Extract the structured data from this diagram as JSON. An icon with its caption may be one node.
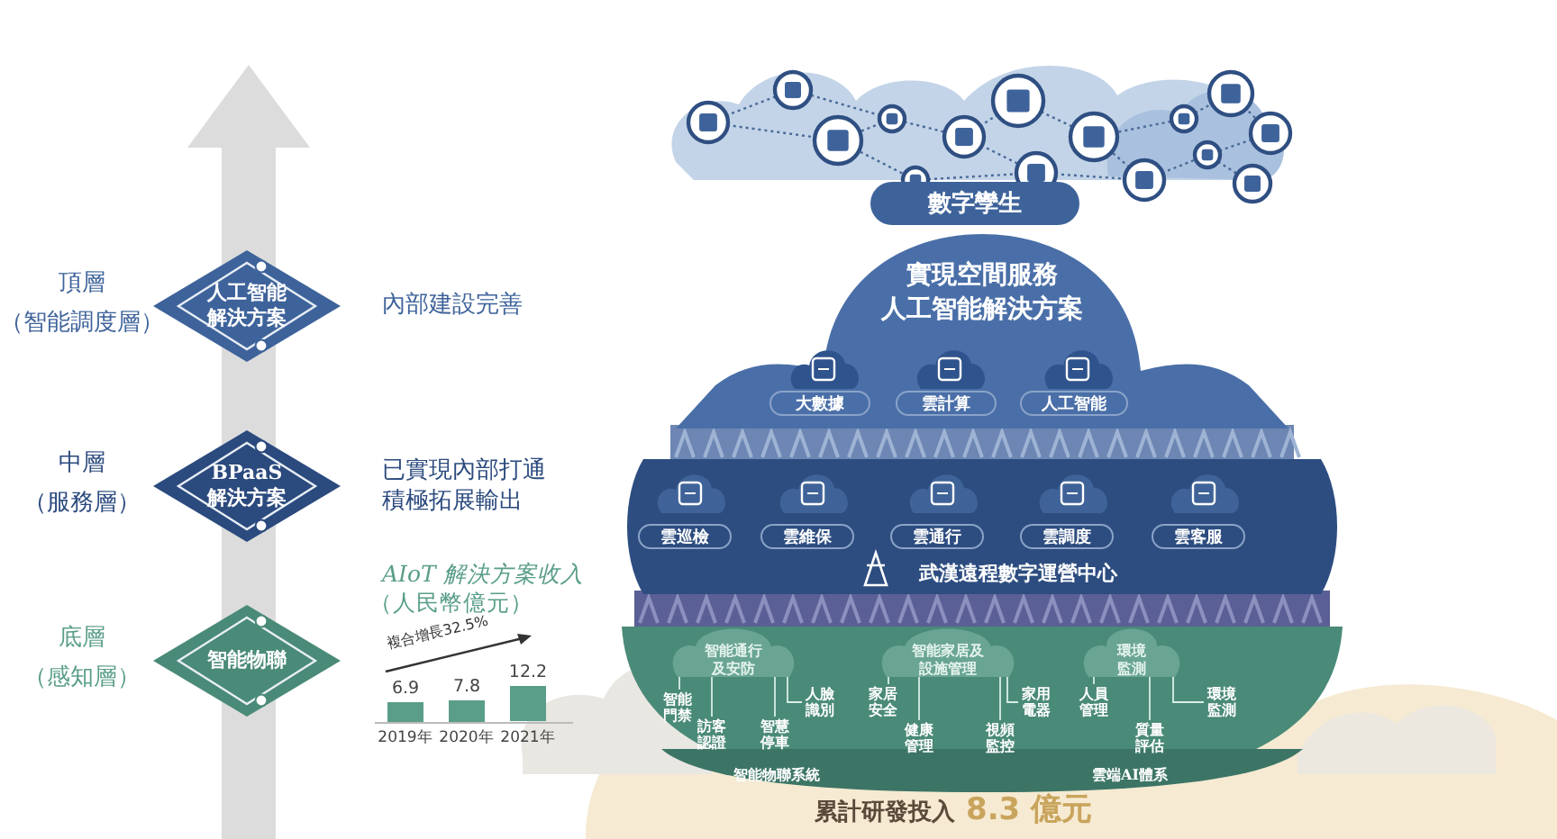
{
  "diagram": {
    "nodes": [
      {
        "text": [
          "人工智能解決方案"
        ],
        "beside": [
          "頂層",
          "（智能調度層）",
          "內部建設完善"
        ]
      },
      {
        "text": [
          "BPaaS 解決方案"
        ],
        "beside": [
          "中層",
          "（服務層）",
          "已實現內部打通積極拓展輸出"
        ]
      },
      {
        "text": [
          "智能物聯"
        ],
        "beside": [
          "底層",
          "（感知層）"
        ]
      },
      {
        "text": [
          "數字孿生"
        ]
      },
      {
        "text": [
          "實現空間服務",
          "人工智能解決方案"
        ]
      },
      {
        "text": [
          "大數據"
        ],
        "in": 4
      },
      {
        "text": [
          "雲計算"
        ],
        "in": 4
      },
      {
        "text": [
          "人工智能"
        ],
        "in": 4
      },
      {
        "text": [],
        "shape": "band"
      },
      {
        "text": [
          "雲巡檢"
        ],
        "in": 8
      },
      {
        "text": [
          "雲維保"
        ],
        "in": 8
      },
      {
        "text": [
          "雲通行"
        ],
        "in": 8
      },
      {
        "text": [
          "雲調度"
        ],
        "in": 8
      },
      {
        "text": [
          "雲客服"
        ],
        "in": 8
      },
      {
        "text": [
          "武漢遠程數字運營中心"
        ],
        "in": 8
      },
      {
        "text": [],
        "shape": "band"
      },
      {
        "text": [
          "智能通行及安防"
        ],
        "in": 15
      },
      {
        "text": [
          "智能門禁"
        ],
        "in": 15
      },
      {
        "text": [
          "訪客認證"
        ],
        "in": 15
      },
      {
        "text": [
          "智慧停車"
        ],
        "in": 15
      },
      {
        "text": [
          "人臉識別"
        ],
        "in": 15
      },
      {
        "text": [
          "智能家居及設施管理"
        ],
        "in": 15
      },
      {
        "text": [
          "家居安全"
        ],
        "in": 15
      },
      {
        "text": [
          "健康管理"
        ],
        "in": 15
      },
      {
        "text": [
          "視頻監控"
        ],
        "in": 15
      },
      {
        "text": [
          "家用電器"
        ],
        "in": 15
      },
      {
        "text": [
          "環境監測"
        ],
        "in": 15
      },
      {
        "text": [
          "人員管理"
        ],
        "in": 15
      },
      {
        "text": [
          "質量評估"
        ],
        "in": 15
      },
      {
        "text": [
          "環境監測"
        ],
        "in": 15
      },
      {
        "text": [
          "智能物聯系統"
        ],
        "in": 15
      },
      {
        "text": [
          "雲端AI體系"
        ],
        "in": 15
      }
    ],
    "edges": [
      {
        "from": 16,
        "to": 17,
        "arrow": "none"
      },
      {
        "from": 16,
        "to": 18,
        "arrow": "none"
      },
      {
        "from": 16,
        "to": 19,
        "arrow": "none"
      },
      {
        "from": 16,
        "to": 20,
        "arrow": "none"
      },
      {
        "from": 21,
        "to": 22,
        "arrow": "none"
      },
      {
        "from": 21,
        "to": 23,
        "arrow": "none"
      },
      {
        "from": 21,
        "to": 24,
        "arrow": "none"
      },
      {
        "from": 21,
        "to": 25,
        "arrow": "none"
      },
      {
        "from": 26,
        "to": 27,
        "arrow": "none"
      },
      {
        "from": 26,
        "to": 28,
        "arrow": "none"
      },
      {
        "from": 26,
        "to": 29,
        "arrow": "none"
      }
    ],
    "labels": [
      "累計研發投入",
      "8.3 億元"
    ],
    "chart_data": {
      "type": "bar",
      "title": "AIoT 解決方案收入",
      "ylabel": "（人民幣億元）",
      "categories": [
        "2019年",
        "2020年",
        "2021年"
      ],
      "series": [
        {
          "color": "#5a9e8a",
          "values": [
            6.9,
            7.8,
            12.2
          ]
        }
      ],
      "data_labels": true,
      "annotations": [
        "複合增長32.5%"
      ]
    }
  }
}
